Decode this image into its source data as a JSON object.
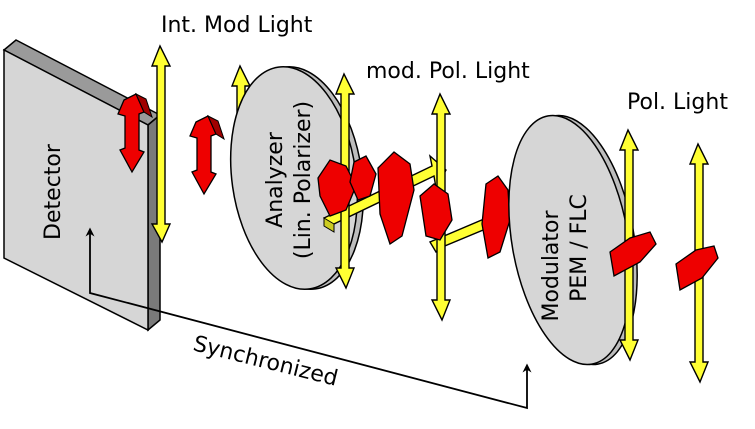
{
  "labels": {
    "detector": "Detector",
    "int_mod_light": "Int. Mod Light",
    "mod_pol_light": "mod. Pol. Light",
    "pol_light": "Pol. Light",
    "analyzer_line1": "Analyzer",
    "analyzer_line2": "(Lin. Polarizer)",
    "modulator_line1": "Modulator",
    "modulator_line2": "PEM / FLC",
    "synchronized": "Synchronized"
  },
  "colors": {
    "yellow_arrow": "#ffff33",
    "red_arrow": "#ee0000",
    "component_gray": "#d6d6d6",
    "outline": "#000000"
  }
}
